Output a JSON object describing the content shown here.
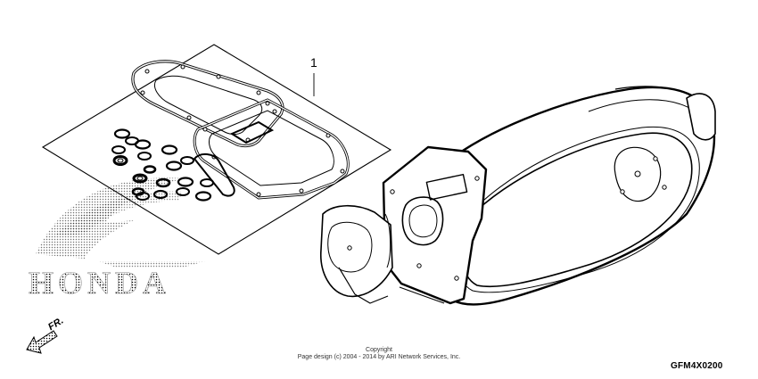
{
  "diagram": {
    "callout_number": "1",
    "brand_logo_text": "HONDA",
    "front_indicator": "FR.",
    "copyright_line1": "Copyright",
    "copyright_line2": "Page design (c) 2004 - 2014 by ARI Network Services, Inc.",
    "diagram_code": "GFM4X0200"
  }
}
